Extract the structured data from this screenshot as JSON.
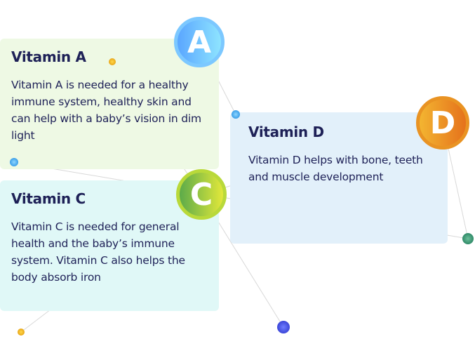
{
  "vitamins": [
    {
      "letter": "A",
      "title": "Vitamin A",
      "text": "Vitamin A is needed for a healthy immune system, healthy skin and can help with a baby’s vision in dim light"
    },
    {
      "letter": "C",
      "title": "Vitamin C",
      "text": "Vitamin C is needed for general health and the baby’s immune system. Vitamin C also helps the body absorb iron"
    },
    {
      "letter": "D",
      "title": "Vitamin D",
      "text": "Vitamin D helps with bone, teeth and muscle development"
    }
  ],
  "colors": {
    "card_a": "#eef9e4",
    "card_c": "#e0f8f7",
    "card_d": "#e2f0fa",
    "text": "#1e2157"
  }
}
